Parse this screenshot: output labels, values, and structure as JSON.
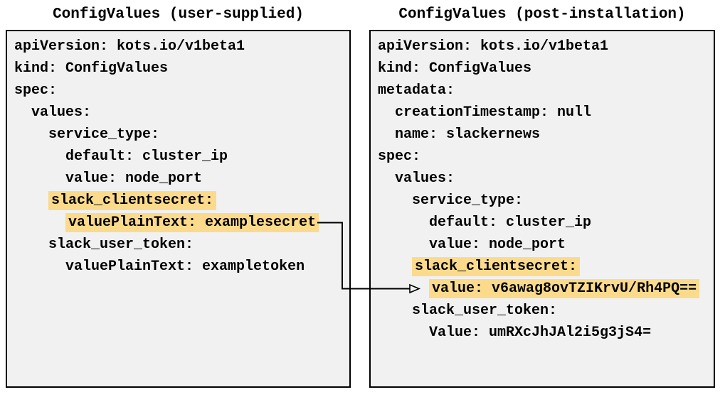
{
  "colors": {
    "background": "#ffffff",
    "panel_bg": "#f1f1f1",
    "border": "#000000",
    "text": "#000000",
    "highlight": "#fbdb8b",
    "arrow": "#000000"
  },
  "left_panel": {
    "title": "ConfigValues (user-supplied)",
    "lines": [
      {
        "indent": 0,
        "text": "apiVersion: kots.io/v1beta1",
        "highlight": false
      },
      {
        "indent": 0,
        "text": "kind: ConfigValues",
        "highlight": false
      },
      {
        "indent": 0,
        "text": "spec:",
        "highlight": false
      },
      {
        "indent": 2,
        "text": "values:",
        "highlight": false
      },
      {
        "indent": 4,
        "text": "service_type:",
        "highlight": false
      },
      {
        "indent": 6,
        "text": "default: cluster_ip",
        "highlight": false
      },
      {
        "indent": 6,
        "text": "value: node_port",
        "highlight": false
      },
      {
        "indent": 4,
        "text": "slack_clientsecret:",
        "highlight": true
      },
      {
        "indent": 6,
        "text": "valuePlainText: examplesecret",
        "highlight": true
      },
      {
        "indent": 4,
        "text": "slack_user_token:",
        "highlight": false
      },
      {
        "indent": 6,
        "text": "valuePlainText: exampletoken",
        "highlight": false
      }
    ]
  },
  "right_panel": {
    "title": "ConfigValues (post-installation)",
    "lines": [
      {
        "indent": 0,
        "text": "apiVersion: kots.io/v1beta1",
        "highlight": false
      },
      {
        "indent": 0,
        "text": "kind: ConfigValues",
        "highlight": false
      },
      {
        "indent": 0,
        "text": "metadata:",
        "highlight": false
      },
      {
        "indent": 2,
        "text": "creationTimestamp: null",
        "highlight": false
      },
      {
        "indent": 2,
        "text": "name: slackernews",
        "highlight": false
      },
      {
        "indent": 0,
        "text": "spec:",
        "highlight": false
      },
      {
        "indent": 2,
        "text": "values:",
        "highlight": false
      },
      {
        "indent": 4,
        "text": "service_type:",
        "highlight": false
      },
      {
        "indent": 6,
        "text": "default: cluster_ip",
        "highlight": false
      },
      {
        "indent": 6,
        "text": "value: node_port",
        "highlight": false
      },
      {
        "indent": 4,
        "text": "slack_clientsecret:",
        "highlight": true
      },
      {
        "indent": 6,
        "text": "value: v6awag8ovTZIKrvU/Rh4PQ==",
        "highlight": true
      },
      {
        "indent": 4,
        "text": "slack_user_token:",
        "highlight": false
      },
      {
        "indent": 6,
        "text": "Value: umRXcJhJAl2i5g3jS4=",
        "highlight": false
      }
    ]
  }
}
